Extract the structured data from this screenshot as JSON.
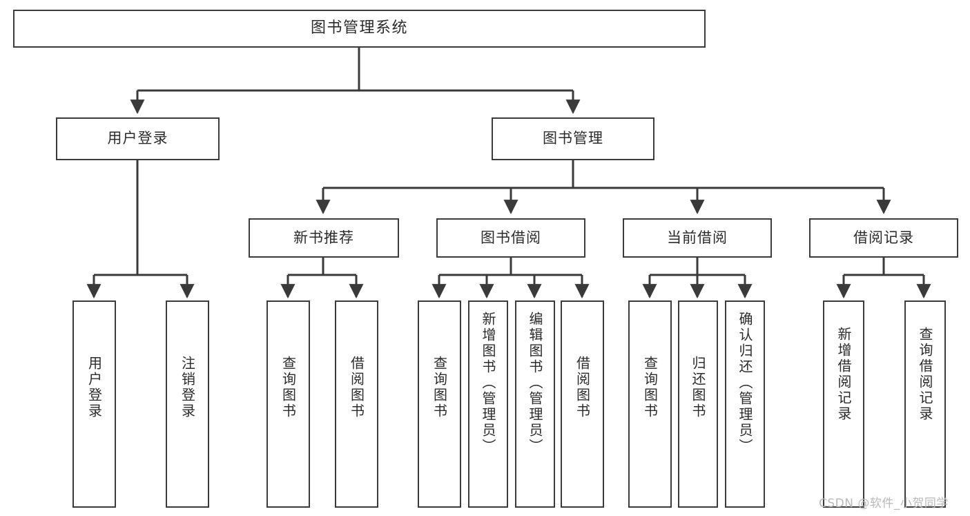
{
  "diagram": {
    "title": "图书管理系统",
    "type": "hierarchy-tree",
    "watermark": "CSDN @软件_小贺同学",
    "colors": {
      "border": "#3a3a3a",
      "background": "#ffffff",
      "text": "#2b2b2b",
      "watermark": "#b9b9b9"
    },
    "levels": {
      "root": {
        "label": "图书管理系统"
      },
      "level2": [
        {
          "label": "用户登录"
        },
        {
          "label": "图书管理"
        }
      ],
      "level3": [
        {
          "label": "新书推荐"
        },
        {
          "label": "图书借阅"
        },
        {
          "label": "当前借阅"
        },
        {
          "label": "借阅记录"
        }
      ],
      "leaves": {
        "user_login": [
          {
            "label": "用户登录"
          },
          {
            "label": "注销登录"
          }
        ],
        "new_book_recommend": [
          {
            "label": "查询图书"
          },
          {
            "label": "借阅图书"
          }
        ],
        "book_borrow": [
          {
            "label": "查询图书"
          },
          {
            "label": "新增图书（管理员）"
          },
          {
            "label": "编辑图书（管理员）"
          },
          {
            "label": "借阅图书"
          }
        ],
        "current_borrow": [
          {
            "label": "查询图书"
          },
          {
            "label": "归还图书"
          },
          {
            "label": "确认归还（管理员）"
          }
        ],
        "borrow_record": [
          {
            "label": "新增借阅记录"
          },
          {
            "label": "查询借阅记录"
          }
        ]
      }
    }
  }
}
